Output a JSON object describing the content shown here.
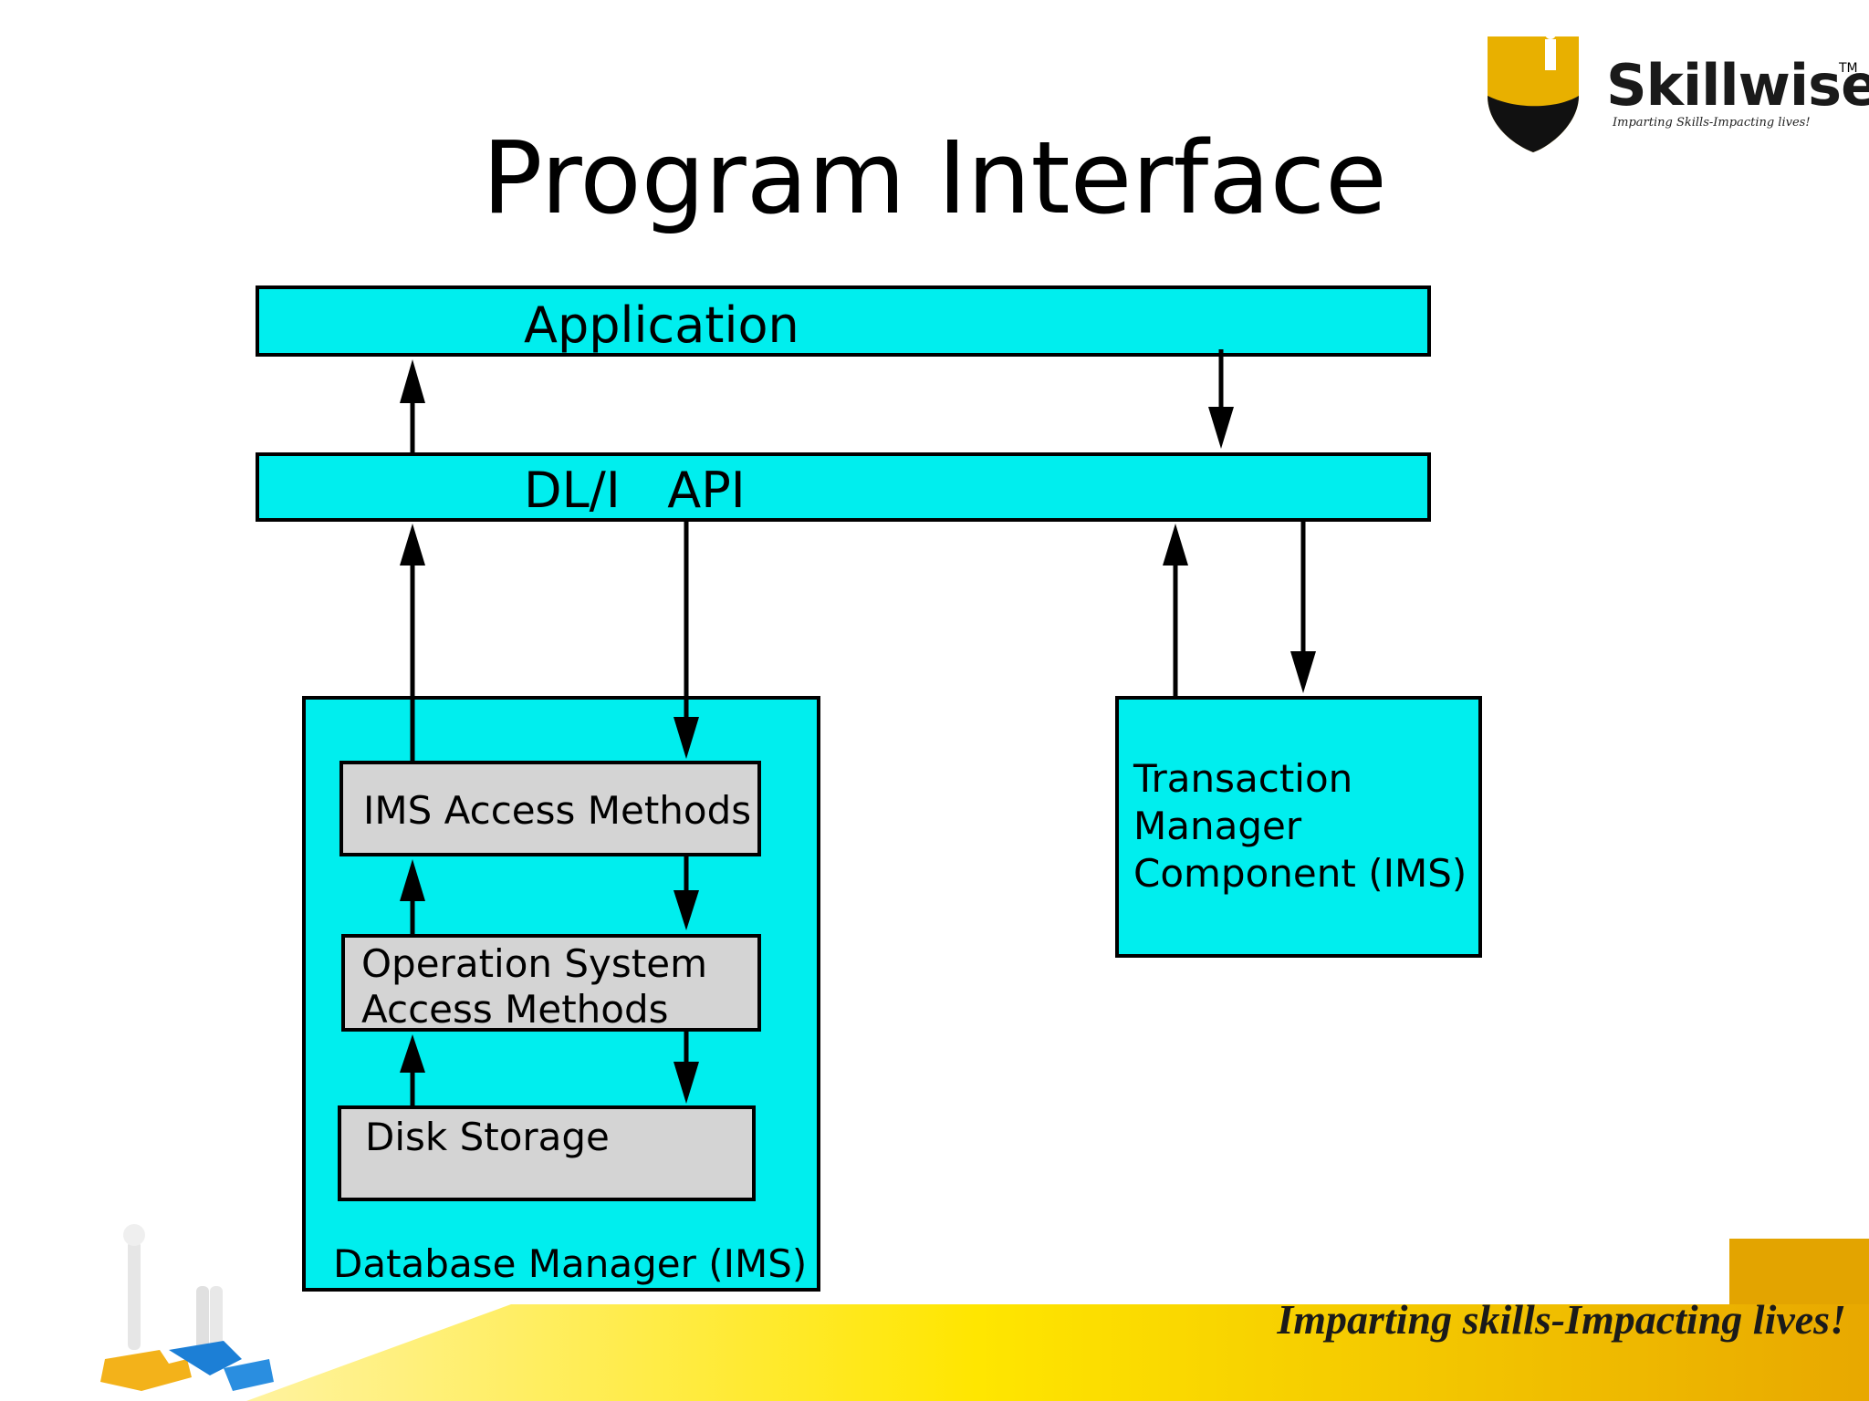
{
  "slide": {
    "title": "Program Interface",
    "tagline": "Imparting skills-Impacting lives!"
  },
  "logo": {
    "brand": "Skillwise",
    "trademark": "TM",
    "tagline": "Imparting Skills-Impacting lives!"
  },
  "diagram": {
    "application": "Application",
    "dli_api": "DL/I   API",
    "ims_access_methods": "IMS Access Methods",
    "os_access_methods_line1": "Operation System",
    "os_access_methods_line2": "Access Methods",
    "disk_storage": "Disk Storage",
    "database_manager": "Database Manager (IMS)",
    "transaction_manager_line1": "Transaction",
    "transaction_manager_line2": "Manager",
    "transaction_manager_line3": "Component (IMS)"
  },
  "colors": {
    "box_fill": "#00eeee",
    "inner_box_fill": "#d4d4d4",
    "band_gold": "#f0b400",
    "band_yellow": "#ffe600"
  }
}
